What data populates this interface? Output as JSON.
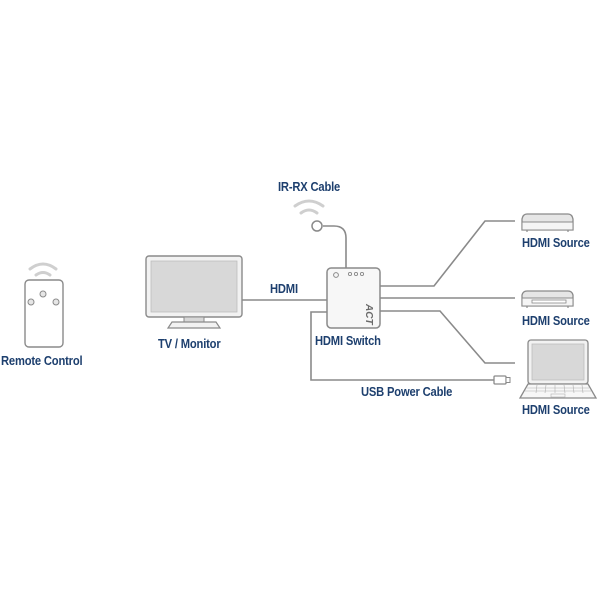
{
  "diagram": {
    "title": "HDMI Switch connection diagram",
    "colors": {
      "label": "#1d3f6e",
      "line": "#8a8a8a",
      "device_fill": "#f2f2f2",
      "screen_fill": "#d8d8d8",
      "wifi": "#cfcfcf"
    },
    "labels": {
      "remote_control": "Remote Control",
      "tv_monitor": "TV / Monitor",
      "hdmi": "HDMI",
      "ir_rx_cable": "IR-RX Cable",
      "hdmi_switch": "HDMI Switch",
      "usb_power_cable": "USB Power Cable",
      "hdmi_source_1": "HDMI Source",
      "hdmi_source_2": "HDMI Source",
      "hdmi_source_3": "HDMI Source",
      "switch_brand": "ACT"
    }
  }
}
